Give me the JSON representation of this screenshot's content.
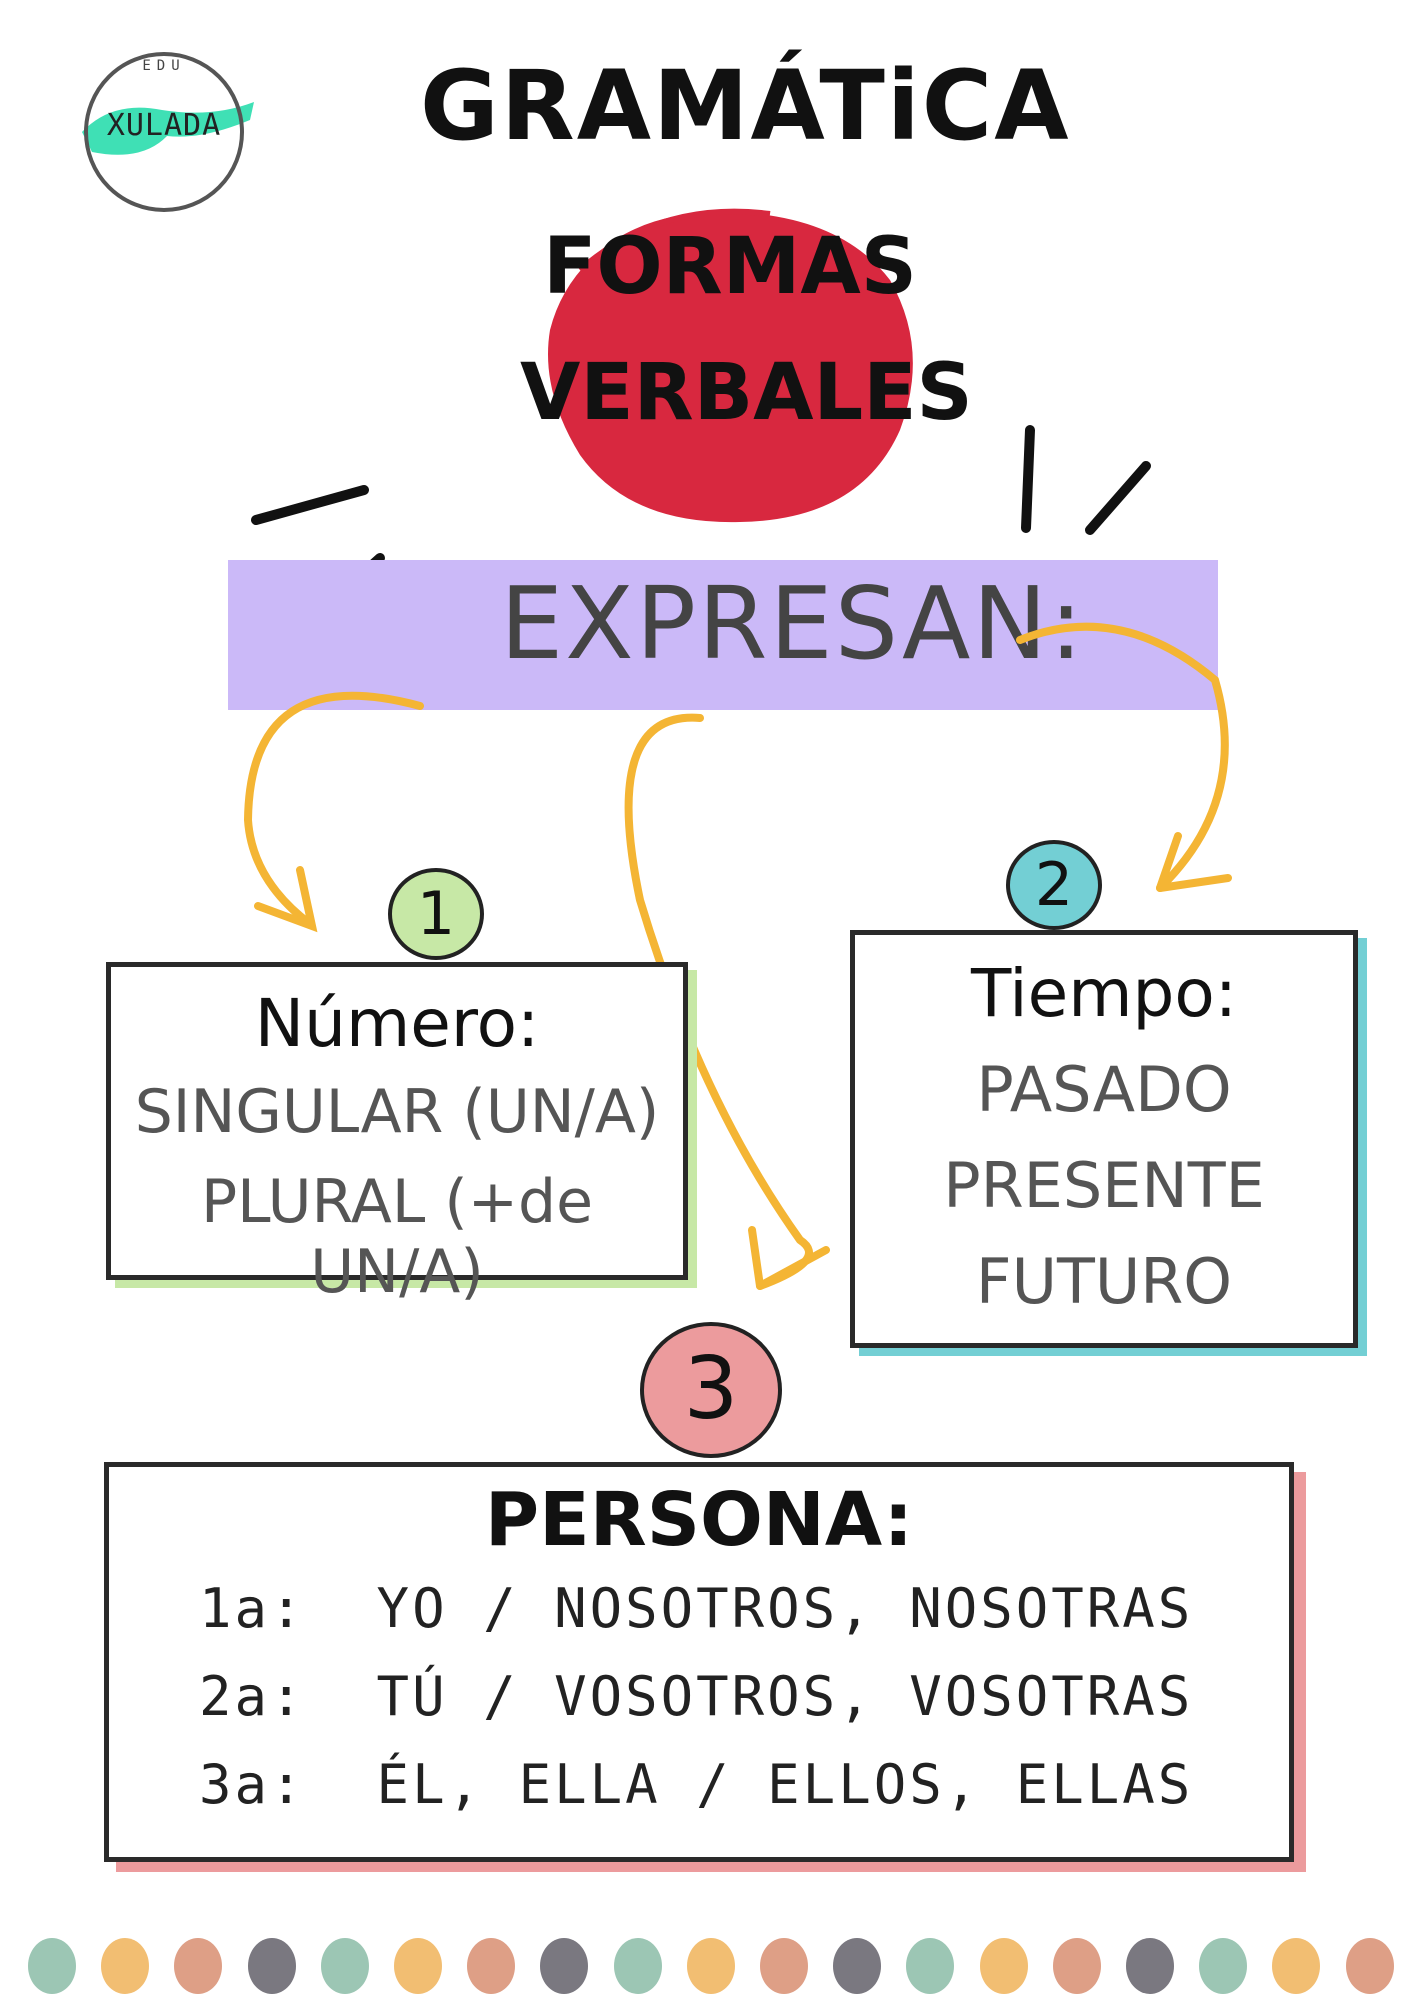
{
  "logo": {
    "top_text": "EDU",
    "word": "XULADA"
  },
  "title": "GRAMÁTiCA",
  "topic": {
    "line1": "FORMAS",
    "line2": "VERBALES"
  },
  "banner": "EXPRESAN:",
  "box1": {
    "badge": "1",
    "heading": "Número:",
    "lines": [
      "SINGULAR (UN/A)",
      "PLURAL (+de UN/A)"
    ]
  },
  "box2": {
    "badge": "2",
    "heading": "Tiempo:",
    "lines": [
      "PASADO",
      "PRESENTE",
      "FUTURO"
    ]
  },
  "box3": {
    "badge": "3",
    "heading": "PERSONA:",
    "lines": [
      "1a:  YO / NOSOTROS, NOSOTRAS",
      "2a:  TÚ / VOSOTROS, VOSOTRAS",
      "3a:  ÉL, ELLA / ELLOS, ELLAS"
    ]
  },
  "colors": {
    "blob_red": "#d8283f",
    "band_lavender": "#cbb9f8",
    "arrow_yellow": "#f4b534",
    "badge1_green": "#c7e8a6",
    "badge2_teal": "#73cfd4",
    "badge3_pink": "#ec9b9d",
    "logo_mint": "#3fe0b5",
    "dots": [
      "#9cc6b4",
      "#f2be72",
      "#de9f86",
      "#7a7880"
    ]
  }
}
